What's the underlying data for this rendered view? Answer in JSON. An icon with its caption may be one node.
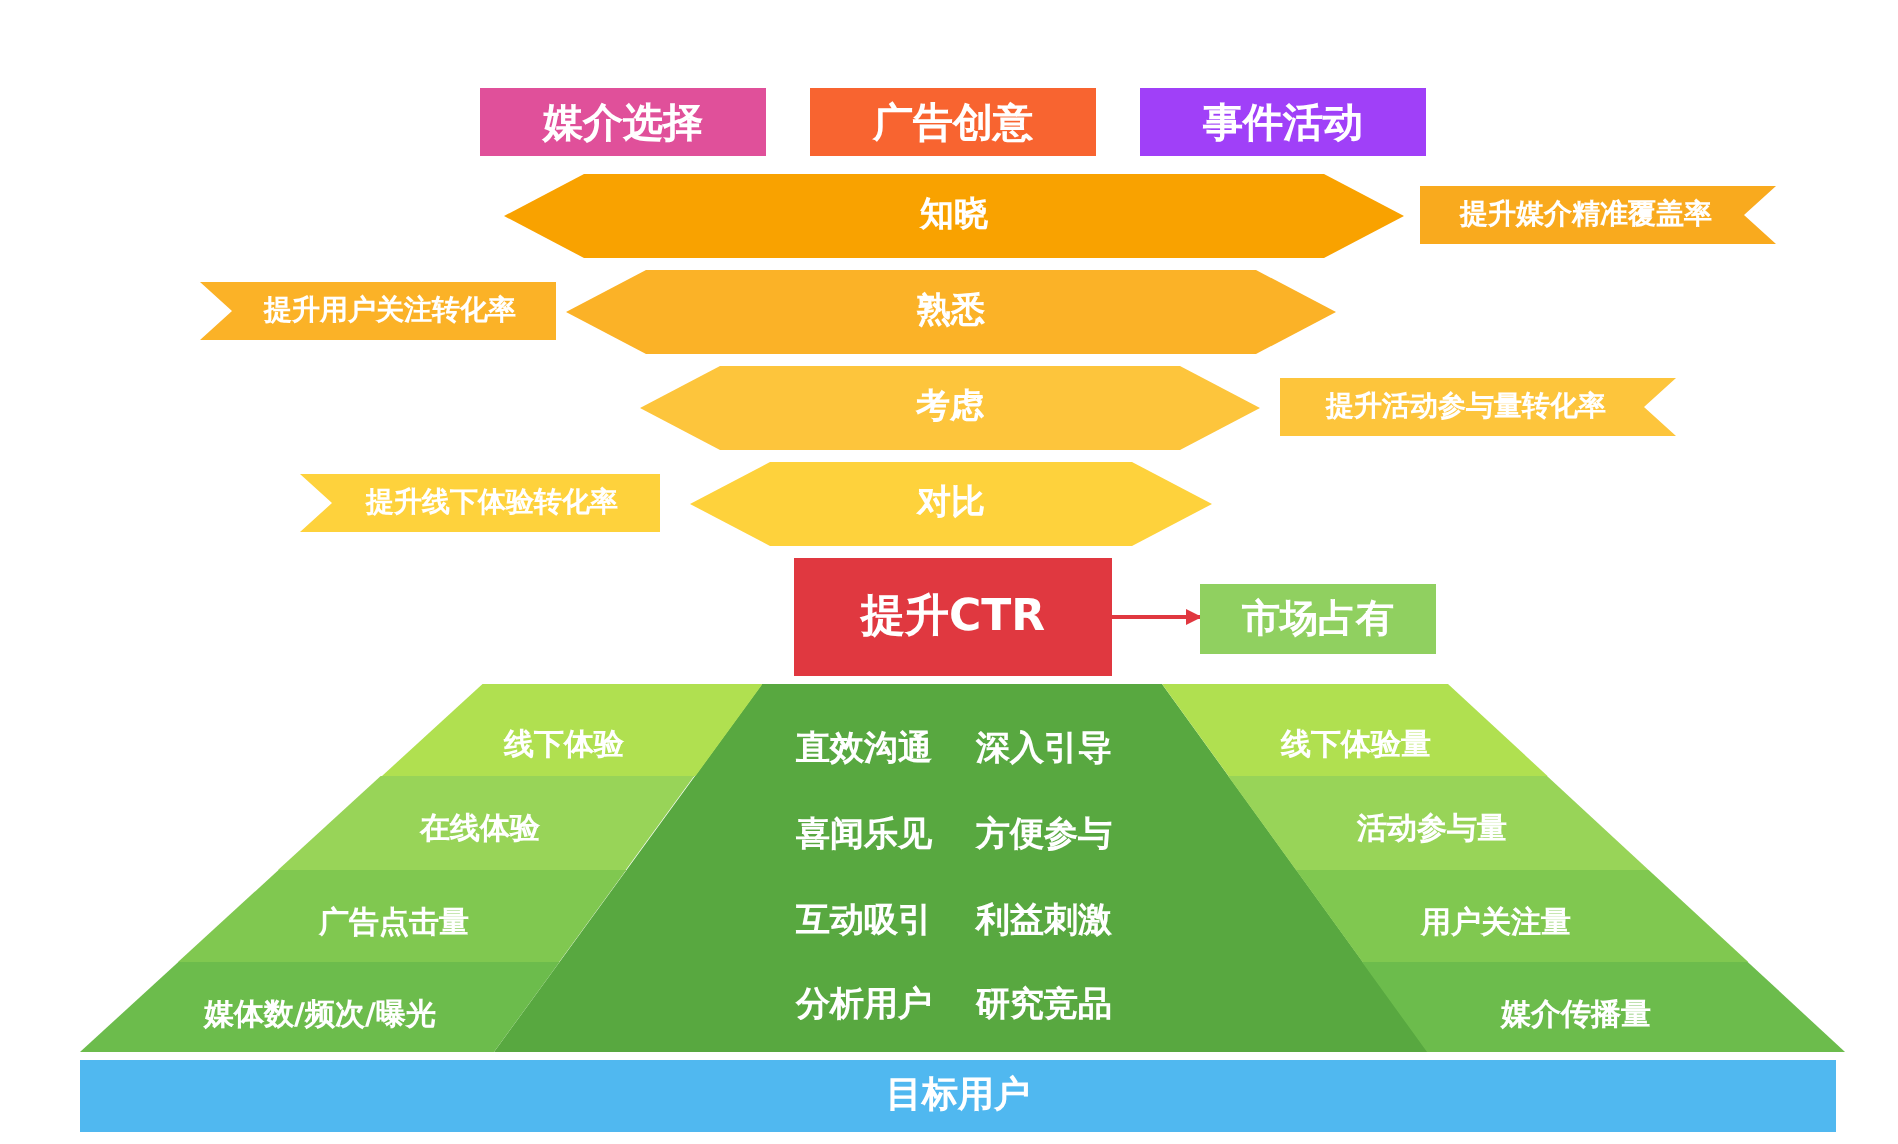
{
  "diagram": {
    "nodes": [
      {
        "text": [
          "媒介选择"
        ]
      },
      {
        "text": [
          "广告创意"
        ]
      },
      {
        "text": [
          "事件活动"
        ]
      },
      {
        "text": [
          "知晓"
        ]
      },
      {
        "text": [
          "提升媒介精准覆盖率"
        ]
      },
      {
        "text": [
          "熟悉"
        ]
      },
      {
        "text": [
          "提升用户关注转化率"
        ]
      },
      {
        "text": [
          "考虑"
        ]
      },
      {
        "text": [
          "提升活动参与量转化率"
        ]
      },
      {
        "text": [
          "对比"
        ]
      },
      {
        "text": [
          "提升线下体验转化率"
        ]
      },
      {
        "text": [
          "提升CTR"
        ]
      },
      {
        "text": [
          "市场占有"
        ]
      },
      {
        "text": [
          "直效沟通",
          "深入引导",
          "喜闻乐见",
          "方便参与",
          "互动吸引",
          "利益刺激",
          "分析用户",
          "研究竞品"
        ]
      },
      {
        "text": [
          "线下体验"
        ]
      },
      {
        "text": [
          "在线体验"
        ]
      },
      {
        "text": [
          "广告点击量"
        ]
      },
      {
        "text": [
          "媒体数/频次/曝光"
        ]
      },
      {
        "text": [
          "线下体验量"
        ]
      },
      {
        "text": [
          "活动参与量"
        ]
      },
      {
        "text": [
          "用户关注量"
        ]
      },
      {
        "text": [
          "媒介传播量"
        ]
      },
      {
        "text": [
          "目标用户"
        ]
      }
    ],
    "edges": [
      {
        "from": 11,
        "to": 12,
        "arrow": "to"
      }
    ]
  }
}
